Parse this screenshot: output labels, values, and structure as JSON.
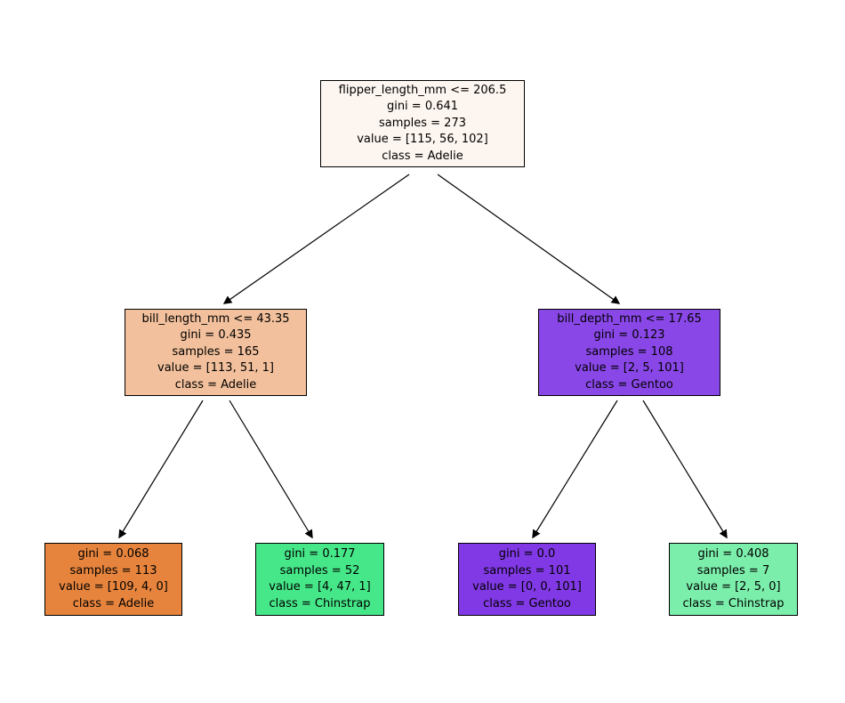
{
  "figure": {
    "background": "#ffffff",
    "edge_color": "#000000",
    "text_color": "#000000"
  },
  "nodes": {
    "root": {
      "condition": "flipper_length_mm <= 206.5",
      "gini": "gini = 0.641",
      "samples": "samples = 273",
      "value": "value = [115, 56, 102]",
      "class_label": "class = Adelie",
      "fill": "#fdf5ef"
    },
    "left": {
      "condition": "bill_length_mm <= 43.35",
      "gini": "gini = 0.435",
      "samples": "samples = 165",
      "value": "value = [113, 51, 1]",
      "class_label": "class = Adelie",
      "fill": "#f2c09c"
    },
    "right": {
      "condition": "bill_depth_mm <= 17.65",
      "gini": "gini = 0.123",
      "samples": "samples = 108",
      "value": "value = [2, 5, 101]",
      "class_label": "class = Gentoo",
      "fill": "#8a47e8"
    },
    "leaf_ll": {
      "gini": "gini = 0.068",
      "samples": "samples = 113",
      "value": "value = [109, 4, 0]",
      "class_label": "class = Adelie",
      "fill": "#e6843d"
    },
    "leaf_lr": {
      "gini": "gini = 0.177",
      "samples": "samples = 52",
      "value": "value = [4, 47, 1]",
      "class_label": "class = Chinstrap",
      "fill": "#46e789"
    },
    "leaf_rl": {
      "gini": "gini = 0.0",
      "samples": "samples = 101",
      "value": "value = [0, 0, 101]",
      "class_label": "class = Gentoo",
      "fill": "#8139e5"
    },
    "leaf_rr": {
      "gini": "gini = 0.408",
      "samples": "samples = 7",
      "value": "value = [2, 5, 0]",
      "class_label": "class = Chinstrap",
      "fill": "#7beeab"
    }
  },
  "edges": [
    {
      "from": "root",
      "to": "left"
    },
    {
      "from": "root",
      "to": "right"
    },
    {
      "from": "left",
      "to": "leaf_ll"
    },
    {
      "from": "left",
      "to": "leaf_lr"
    },
    {
      "from": "right",
      "to": "leaf_rl"
    },
    {
      "from": "right",
      "to": "leaf_rr"
    }
  ]
}
